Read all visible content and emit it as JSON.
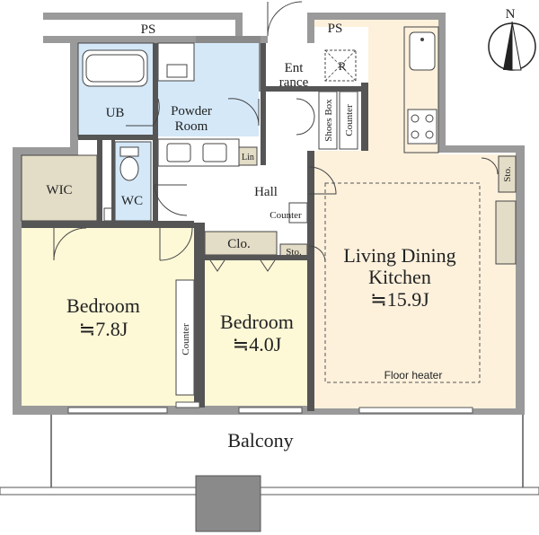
{
  "compass": {
    "north": "N"
  },
  "rooms": {
    "ps_top": "PS",
    "ps_right": "PS",
    "entrance_1": "Ent",
    "entrance_2": "rance",
    "refrigerator": "R",
    "ub": "UB",
    "powder_1": "Powder",
    "powder_2": "Room",
    "shoes_box": "Shoes Box",
    "counter_entrance": "Counter",
    "lin": "Lin",
    "wic": "WIC",
    "wc": "WC",
    "hall": "Hall",
    "counter_hall": "Counter",
    "clo": "Clo.",
    "sto_mid": "Sto.",
    "sto_right": "Sto.",
    "ldk_1": "Living Dining",
    "ldk_2": "Kitchen",
    "ldk_size": "≒15.9J",
    "bedroom1": "Bedroom",
    "bedroom1_size": "≒7.8J",
    "bedroom2": "Bedroom",
    "bedroom2_size": "≒4.0J",
    "counter_bedroom": "Counter",
    "floor_heater": "Floor heater",
    "balcony": "Balcony"
  },
  "colors": {
    "wall": "#9a9a9a",
    "wall_dark": "#888888",
    "ldk": "#fdf1dc",
    "bedroom": "#fdf8d6",
    "wet": "#d4e8f8",
    "storage": "#e3dcc6",
    "line": "#333333"
  }
}
